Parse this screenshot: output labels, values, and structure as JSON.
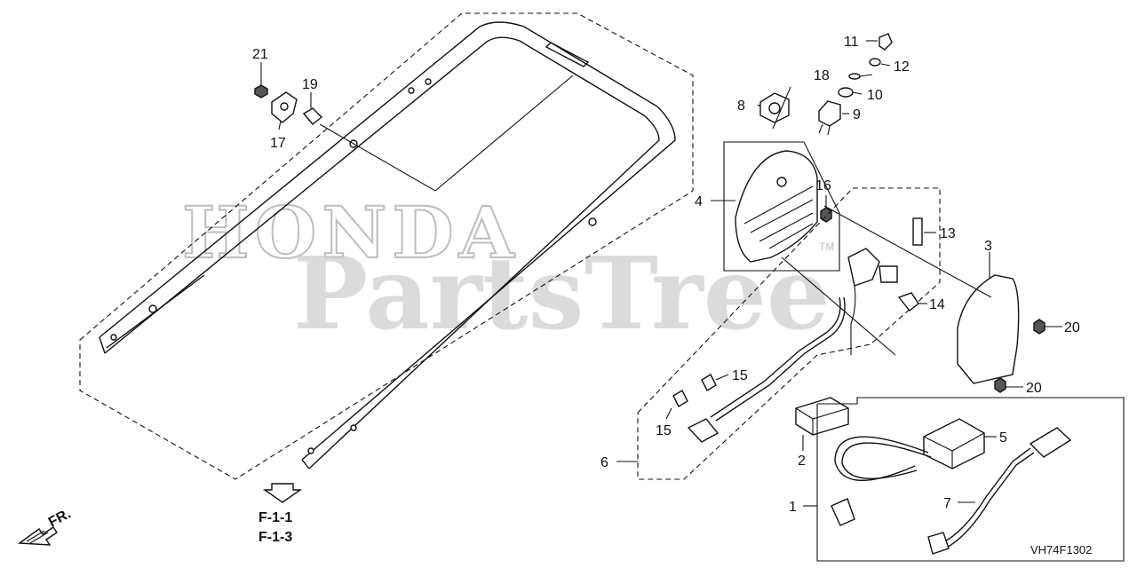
{
  "watermark": {
    "brand": "HONDA",
    "site": "PartsTree",
    "trademark": "TM"
  },
  "callouts": [
    "1",
    "2",
    "3",
    "4",
    "5",
    "6",
    "7",
    "8",
    "9",
    "10",
    "11",
    "12",
    "13",
    "14",
    "15",
    "15",
    "16",
    "17",
    "18",
    "19",
    "20",
    "20",
    "21"
  ],
  "references": [
    "F-1-1",
    "F-1-3"
  ],
  "direction_label": "FR.",
  "diagram_code": "VH74F1302"
}
